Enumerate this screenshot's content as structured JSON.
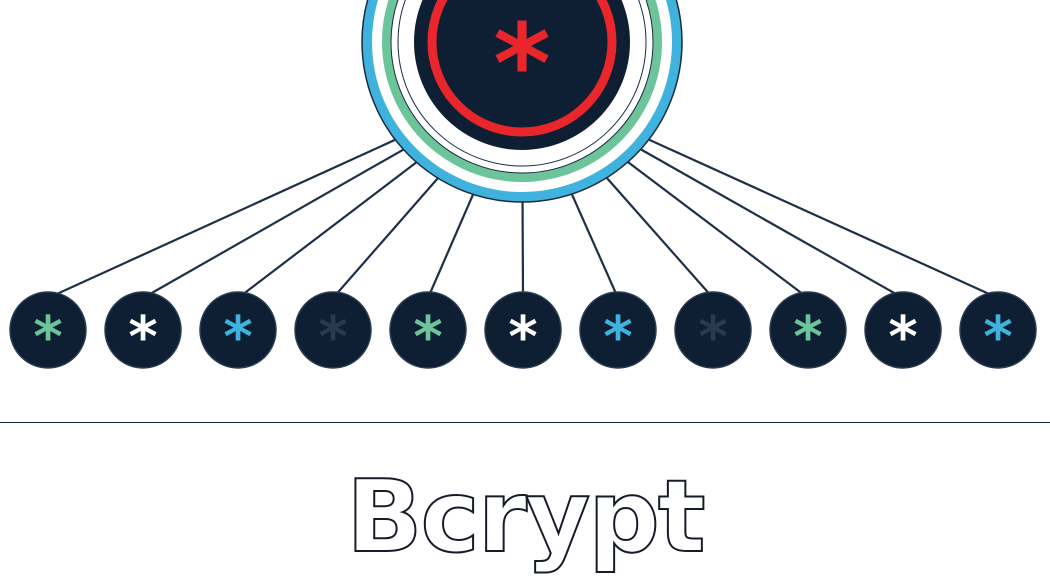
{
  "title": "Bcrypt",
  "colors": {
    "navy": "#0f1f33",
    "line": "#1e3048",
    "red": "#e8262b",
    "green": "#6cc59a",
    "blue": "#3fb3de",
    "white": "#ffffff",
    "dim": "#2a3a4e"
  },
  "hub": {
    "glyph": "*",
    "glyph_color": "red",
    "ring_colors": [
      "blue",
      "green",
      "red"
    ]
  },
  "nodes": [
    {
      "glyph": "*",
      "color": "green"
    },
    {
      "glyph": "*",
      "color": "white"
    },
    {
      "glyph": "*",
      "color": "blue"
    },
    {
      "glyph": "*",
      "color": "dim"
    },
    {
      "glyph": "*",
      "color": "green"
    },
    {
      "glyph": "*",
      "color": "white"
    },
    {
      "glyph": "*",
      "color": "blue"
    },
    {
      "glyph": "*",
      "color": "dim"
    },
    {
      "glyph": "*",
      "color": "green"
    },
    {
      "glyph": "*",
      "color": "white"
    },
    {
      "glyph": "*",
      "color": "blue"
    }
  ]
}
